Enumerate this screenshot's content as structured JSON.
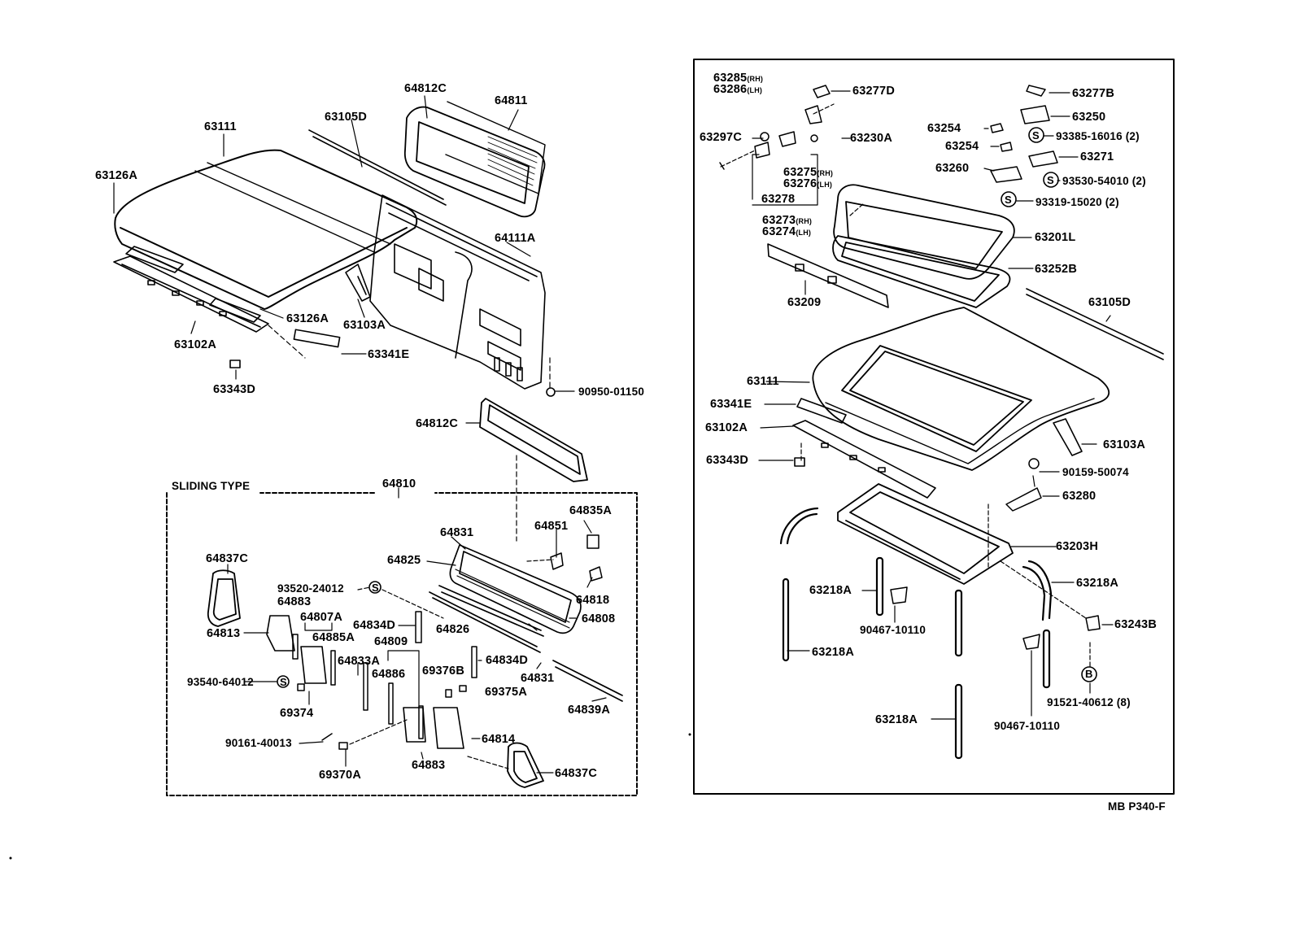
{
  "sheet_code": "MB P340-F",
  "sliding_type_title": "SLIDING TYPE",
  "left_labels": {
    "p63111": "63111",
    "p63126A_top": "63126A",
    "p63105D": "63105D",
    "p64812C_top": "64812C",
    "p64811": "64811",
    "p64111A": "64111A",
    "p63126A_mid": "63126A",
    "p63103A": "63103A",
    "p63102A": "63102A",
    "p63341E": "63341E",
    "p63343D": "63343D",
    "p90950": "90950-01150",
    "p64812C_mid": "64812C",
    "p64810": "64810"
  },
  "sliding_labels": {
    "p64837C_a": "64837C",
    "p64831_a": "64831",
    "p64851": "64851",
    "p64835A": "64835A",
    "p64825": "64825",
    "p93520": "93520-24012",
    "p64883_a": "64883",
    "p64807A": "64807A",
    "p64813": "64813",
    "p64885A": "64885A",
    "p64834D_a": "64834D",
    "p64818": "64818",
    "p64826": "64826",
    "p64808": "64808",
    "p64809": "64809",
    "p64833A": "64833A",
    "p64886": "64886",
    "p69376B": "69376B",
    "p64834D_b": "64834D",
    "p64831_b": "64831",
    "p93540": "93540-64012",
    "p69375A": "69375A",
    "p69374": "69374",
    "p64839A": "64839A",
    "p90161": "90161-40013",
    "p64814": "64814",
    "p64883_b": "64883",
    "p69370A": "69370A",
    "p64837C_b": "64837C"
  },
  "right_labels": {
    "p63285": "63285",
    "rh1": "(RH)",
    "p63286": "63286",
    "lh1": "(LH)",
    "p63277D": "63277D",
    "p63277B": "63277B",
    "p63250": "63250",
    "p93385": "93385-16016 (2)",
    "p63297C": "63297C",
    "p63230A": "63230A",
    "p63254_a": "63254",
    "p63254_b": "63254",
    "p63271": "63271",
    "p63275": "63275",
    "rh2": "(RH)",
    "p63276": "63276",
    "lh2": "(LH)",
    "p63260": "63260",
    "p93530": "93530-54010 (2)",
    "p63278": "63278",
    "p93319": "93319-15020 (2)",
    "p63273": "63273",
    "rh3": "(RH)",
    "p63274": "63274",
    "lh3": "(LH)",
    "p63201L": "63201L",
    "p63252B": "63252B",
    "p63209": "63209",
    "p63105D": "63105D",
    "p63111": "63111",
    "p63341E": "63341E",
    "p63102A": "63102A",
    "p63103A": "63103A",
    "p63343D": "63343D",
    "p90159": "90159-50074",
    "p63280": "63280",
    "p63203H": "63203H",
    "p63218A_a": "63218A",
    "p63218A_b": "63218A",
    "p90467_a": "90467-10110",
    "p63243B": "63243B",
    "p63218A_c": "63218A",
    "p91521": "91521-40612 (8)",
    "p90467_b": "90467-10110",
    "p63218A_d": "63218A"
  },
  "symbols": {
    "s": "S",
    "b": "B"
  }
}
